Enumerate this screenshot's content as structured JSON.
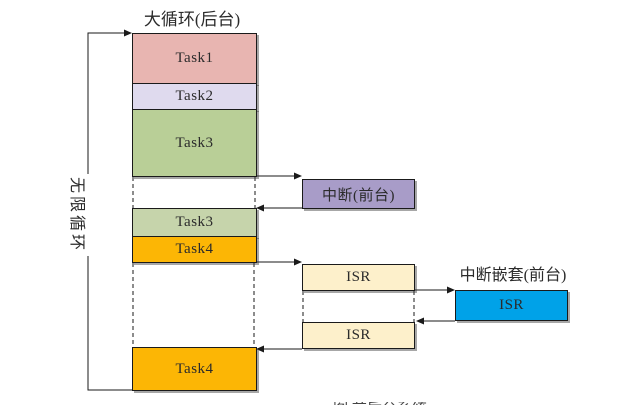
{
  "title": "大循环(后台)",
  "loop_label": "无限循环",
  "column": {
    "blocks": [
      {
        "id": "task1",
        "label": "Task1",
        "color": "#e8b5b1"
      },
      {
        "id": "task2",
        "label": "Task2",
        "color": "#dfdaee"
      },
      {
        "id": "task3a",
        "label": "Task3",
        "color": "#b9cf97"
      },
      {
        "id": "task3b",
        "label": "Task3",
        "color": "#c6d4ab"
      },
      {
        "id": "task4a",
        "label": "Task4",
        "color": "#fcb605"
      },
      {
        "id": "task4b",
        "label": "Task4",
        "color": "#fcb605"
      }
    ]
  },
  "foreground": {
    "interrupt": {
      "label": "中断(前台)",
      "color": "#a89cc8"
    },
    "isr_top": {
      "label": "ISR",
      "color": "#fdf0cb"
    },
    "isr_bottom": {
      "label": "ISR",
      "color": "#fdf0cb"
    },
    "nested_title": "中断嵌套(前台)",
    "nested_isr": {
      "label": "ISR",
      "color": "#00a2e8"
    }
  },
  "caption": "图 前后台系统",
  "colors": {
    "border": "#1a1a1a",
    "line": "#1a1a1a",
    "text": "#2b2b2b",
    "task4_orange": "#fcb605",
    "nested_blue": "#00a2e8",
    "interrupt_purple": "#a89cc8",
    "isr_cream": "#fdf0cb"
  }
}
